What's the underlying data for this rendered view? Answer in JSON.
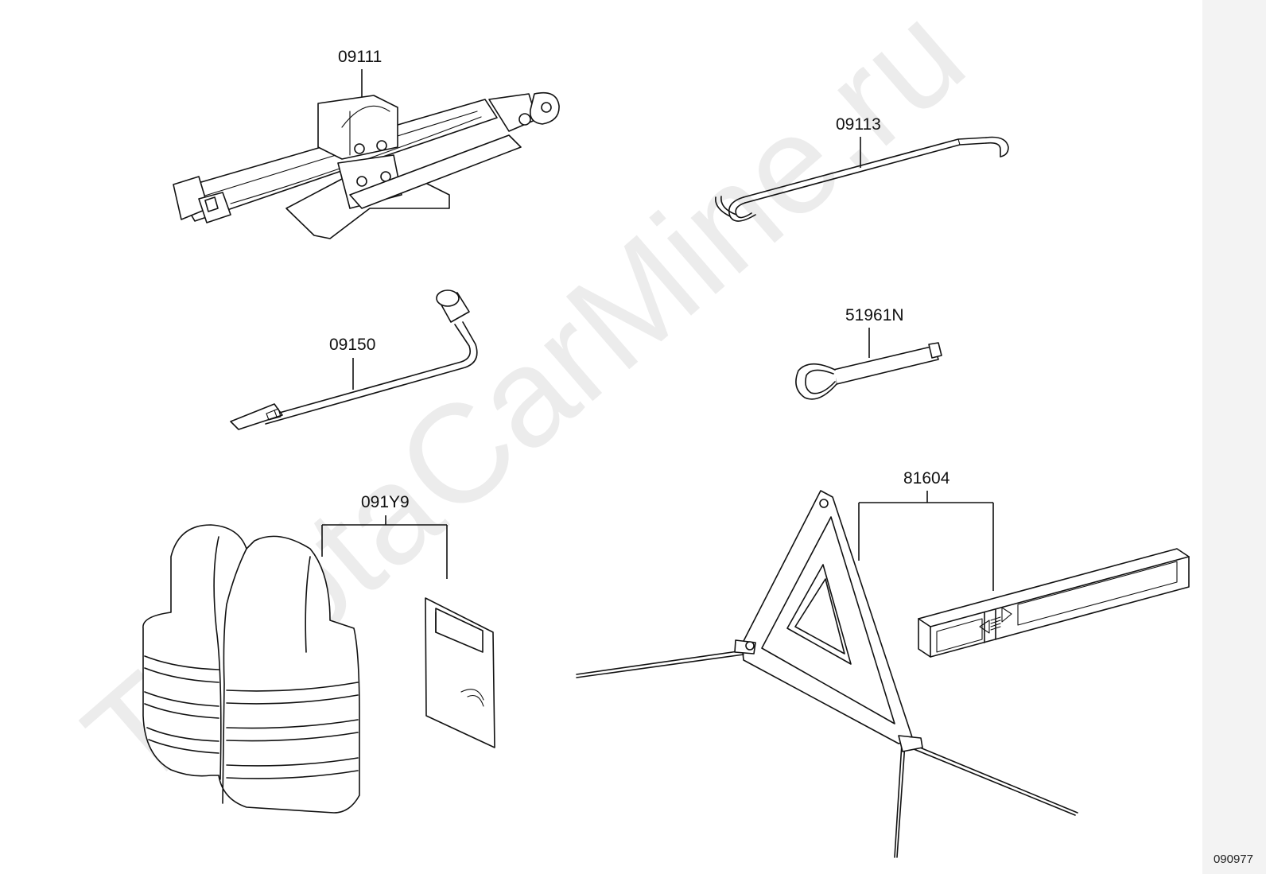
{
  "watermark": "ToyotaCarMine.ru",
  "diagram_code": "090977",
  "parts": {
    "jack": {
      "number": "09111"
    },
    "jack_handle": {
      "number": "09113"
    },
    "wheel_wrench": {
      "number": "09150"
    },
    "tow_hook": {
      "number": "51961N"
    },
    "safety_vest": {
      "number": "091Y9"
    },
    "warning_triangle": {
      "number": "81604"
    }
  }
}
